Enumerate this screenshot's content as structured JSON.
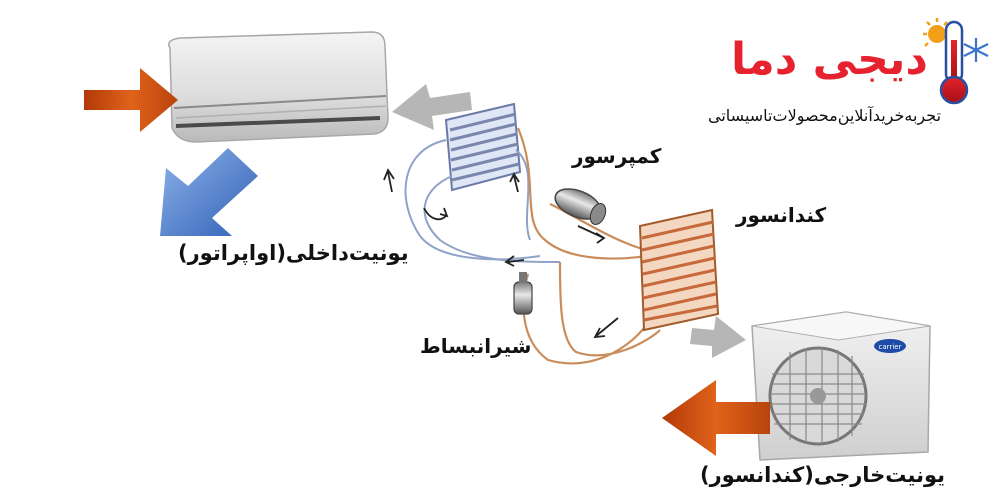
{
  "labels": {
    "indoor_unit": "یونیت‌داخلی(اواپراتور)",
    "compressor": "کمپرسور",
    "condenser": "کندانسور",
    "expansion_valve": "شیرانبساط",
    "outdoor_unit": "یونیت‌خارجی(کندانسور)"
  },
  "brand": {
    "name": "دیجی دما",
    "tagline": "تجربه‌خریدآنلاین‌محصولات‌تاسیساتی"
  },
  "icons": [
    "warm-air-in-arrow-icon",
    "cool-air-out-arrow-icon",
    "airflow-arrow-icon",
    "refrigerant-flow-arrow-icon",
    "thermometer-icon",
    "sun-icon",
    "snowflake-icon",
    "carrier-logo-icon"
  ],
  "colors": {
    "warm_arrow": "#d4530f",
    "cool_arrow": "#3f72c8",
    "brand_red": "#e5222d",
    "hot_pipe": "#c98c5a",
    "cold_pipe": "#8fa2c8",
    "airflow_gray": "#9a9a9a"
  }
}
